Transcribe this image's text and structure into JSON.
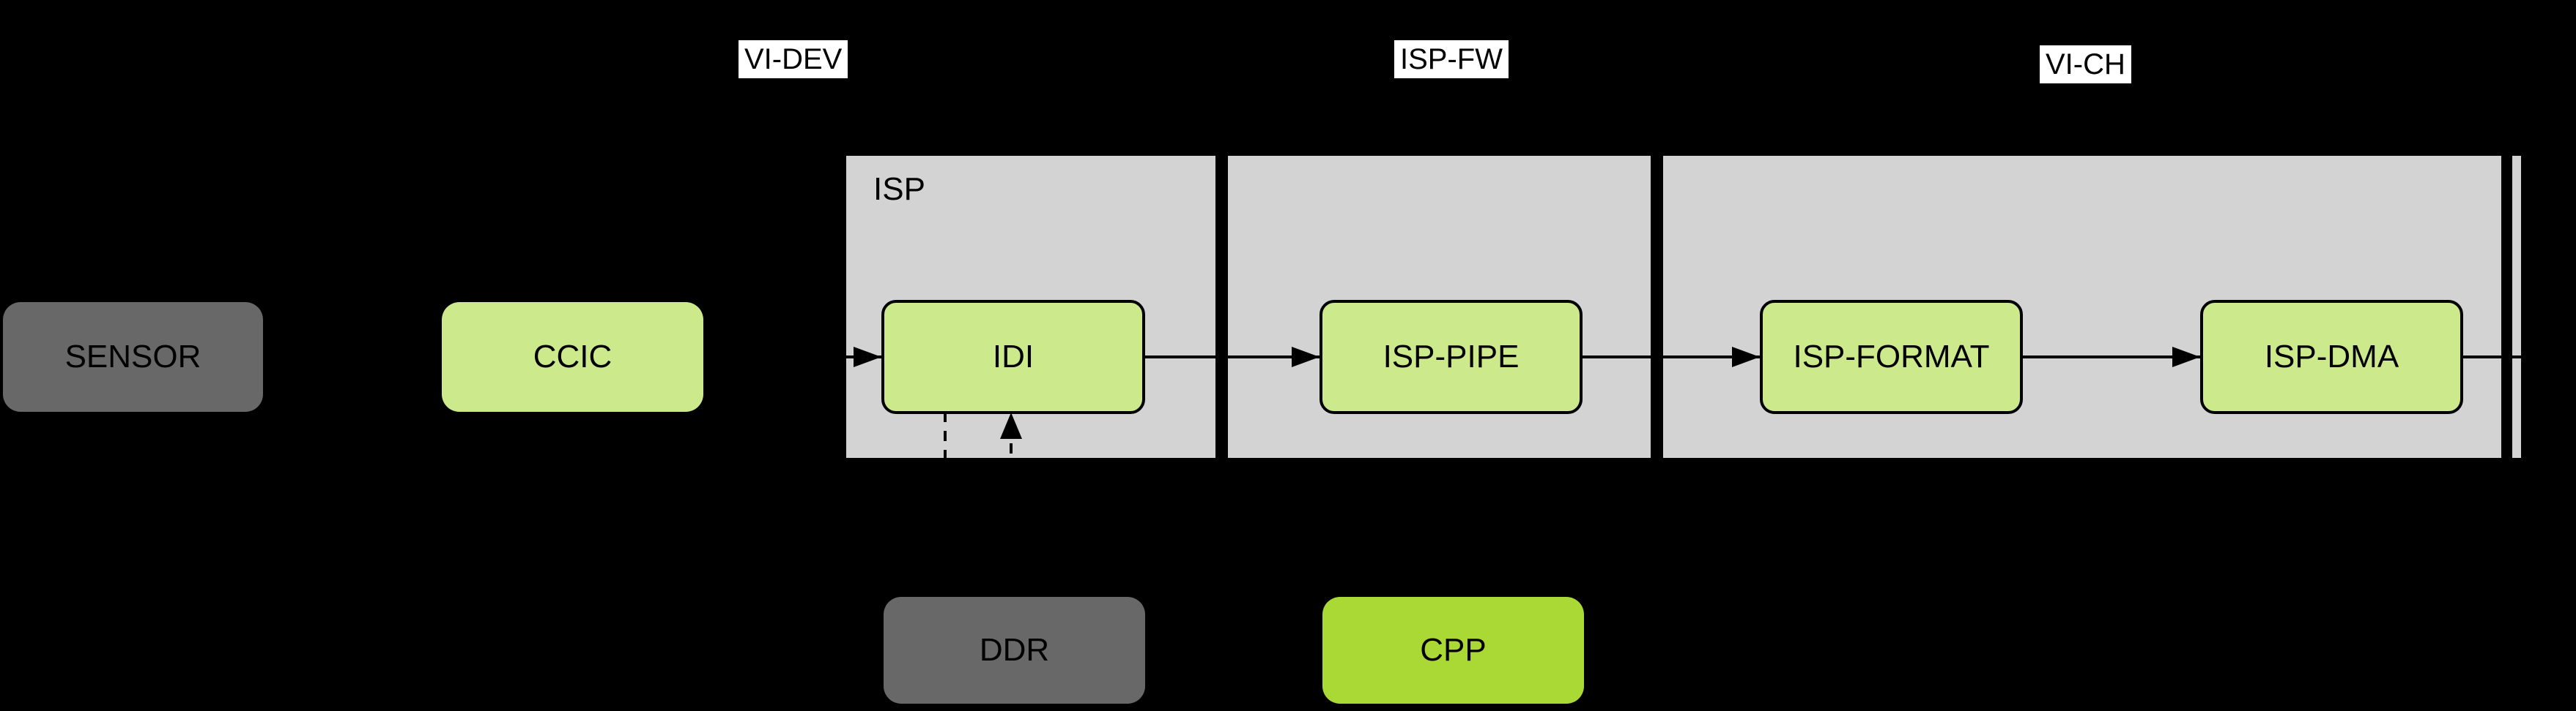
{
  "diagram": {
    "top_labels": [
      {
        "label": "VI-DEV"
      },
      {
        "label": "ISP-FW"
      },
      {
        "label": "VI-CH"
      }
    ],
    "container_label": "ISP",
    "nodes": {
      "sensor": {
        "label": "SENSOR"
      },
      "ccic": {
        "label": "CCIC"
      },
      "idi": {
        "label": "IDI"
      },
      "isp_pipe": {
        "label": "ISP-PIPE"
      },
      "isp_format": {
        "label": "ISP-FORMAT"
      },
      "isp_dma": {
        "label": "ISP-DMA"
      },
      "ddr": {
        "label": "DDR"
      },
      "cpp": {
        "label": "CPP"
      }
    },
    "colors": {
      "background": "#000000",
      "container_fill": "#d3d3d3",
      "node_green_fill": "#cce98b",
      "node_bright_green_fill": "#aad834",
      "node_dark_gray_fill": "#686868",
      "label_chip_bg": "#ffffff",
      "line": "#000000",
      "text": "#000000"
    }
  }
}
